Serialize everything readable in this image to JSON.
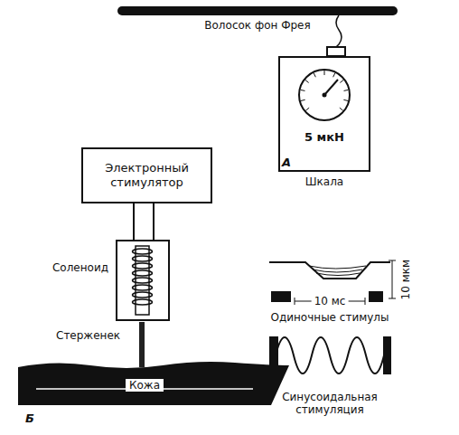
{
  "diagram": {
    "nodes": [
      {
        "text": [
          "5 мкН",
          "Шкала"
        ]
      },
      {
        "text": [
          "Электронный стимулятор"
        ]
      },
      {
        "text": [
          "Соленоид"
        ]
      },
      {
        "text": [
          "Кожа"
        ]
      }
    ],
    "edges": [
      {
        "from": 1,
        "to": 2,
        "arrow": "none"
      }
    ],
    "labels": [
      "Волосок фон Фрея",
      "А",
      "Стерженек",
      "Б",
      "10 мкм",
      "10 мс",
      "Одиночные стимулы",
      "Синусоидальная стимуляция"
    ]
  }
}
